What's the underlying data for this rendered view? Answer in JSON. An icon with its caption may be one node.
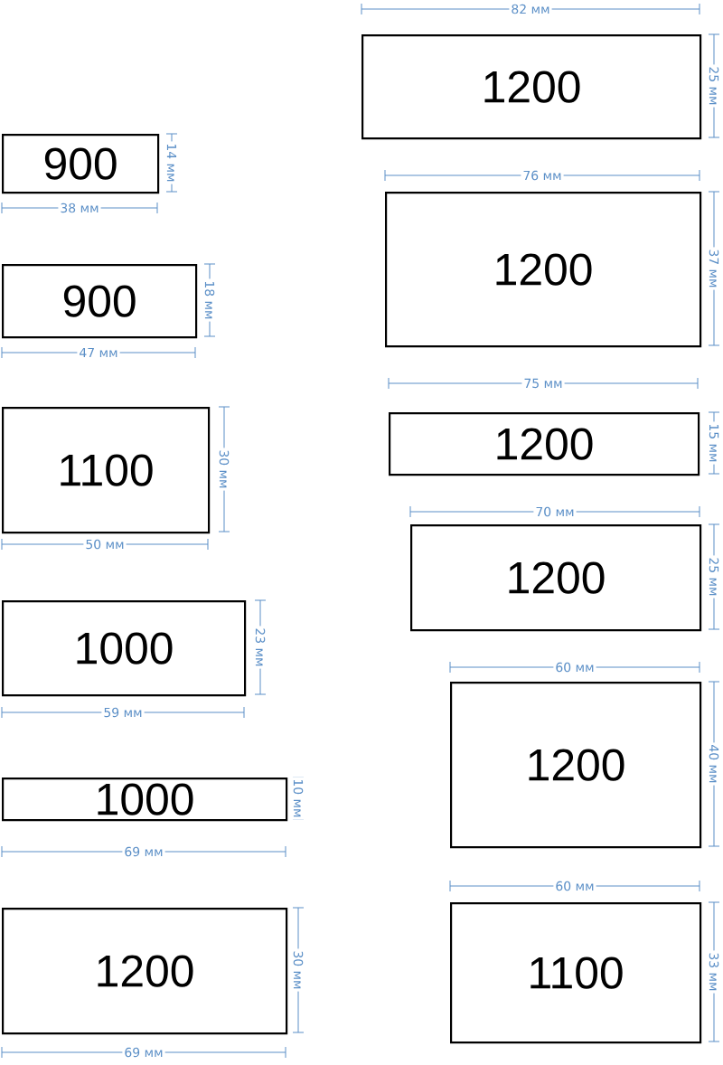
{
  "diagram": {
    "nodes": [
      {
        "text": [
          "900"
        ],
        "beside": [
          "38 мм",
          "14 мм"
        ]
      },
      {
        "text": [
          "900"
        ],
        "beside": [
          "47 мм",
          "18 мм"
        ]
      },
      {
        "text": [
          "1100"
        ],
        "beside": [
          "50 мм",
          "30 мм"
        ]
      },
      {
        "text": [
          "1000"
        ],
        "beside": [
          "59 мм",
          "23 мм"
        ]
      },
      {
        "text": [
          "1000"
        ],
        "beside": [
          "69 мм",
          "10 мм"
        ]
      },
      {
        "text": [
          "1200"
        ],
        "beside": [
          "69 мм",
          "30 мм"
        ]
      },
      {
        "text": [
          "1200"
        ],
        "beside": [
          "82 мм",
          "25 мм"
        ]
      },
      {
        "text": [
          "1200"
        ],
        "beside": [
          "76 мм",
          "37 мм"
        ]
      },
      {
        "text": [
          "1200"
        ],
        "beside": [
          "75 мм",
          "15 мм"
        ]
      },
      {
        "text": [
          "1200"
        ],
        "beside": [
          "70 мм",
          "25 мм"
        ]
      },
      {
        "text": [
          "1200"
        ],
        "beside": [
          "60 мм",
          "40 мм"
        ]
      },
      {
        "text": [
          "1100"
        ],
        "beside": [
          "60 мм",
          "33 мм"
        ]
      }
    ]
  }
}
